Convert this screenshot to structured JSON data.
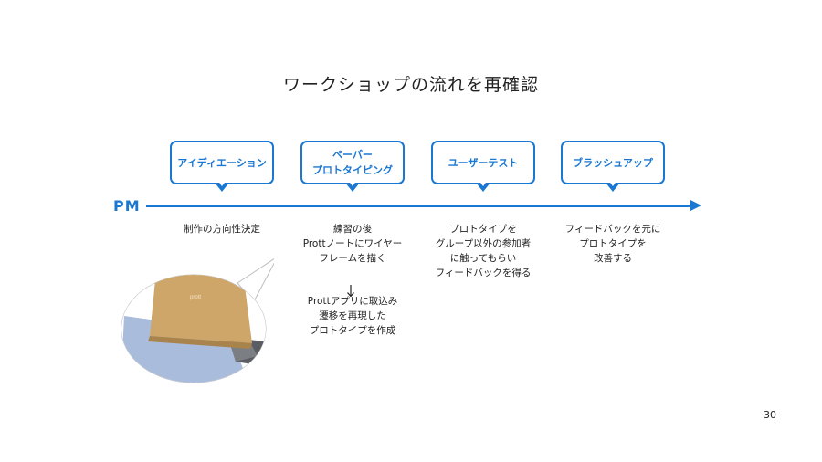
{
  "slide": {
    "title": "ワークショップの流れを再確認",
    "page_number": "30"
  },
  "timeline": {
    "role_label": "PM",
    "accent_color": "#1b78d2",
    "steps": [
      {
        "label": "アイディエーション",
        "description": "制作の方向性決定"
      },
      {
        "label": "ペーパー\nプロトタイピング",
        "description": "練習の後\nProttノートにワイヤー\nフレームを描く",
        "sub_description": "Prottアプリに取込み\n遷移を再現した\nプロトタイプを作成"
      },
      {
        "label": "ユーザーテスト",
        "description": "プロトタイプを\nグループ以外の参加者\nに触ってもらい\nフィードバックを得る"
      },
      {
        "label": "ブラッシュアップ",
        "description": "フィードバックを元に\nプロトタイプを\n改善する"
      }
    ]
  },
  "photo": {
    "notebook_cover_text": "prott"
  }
}
